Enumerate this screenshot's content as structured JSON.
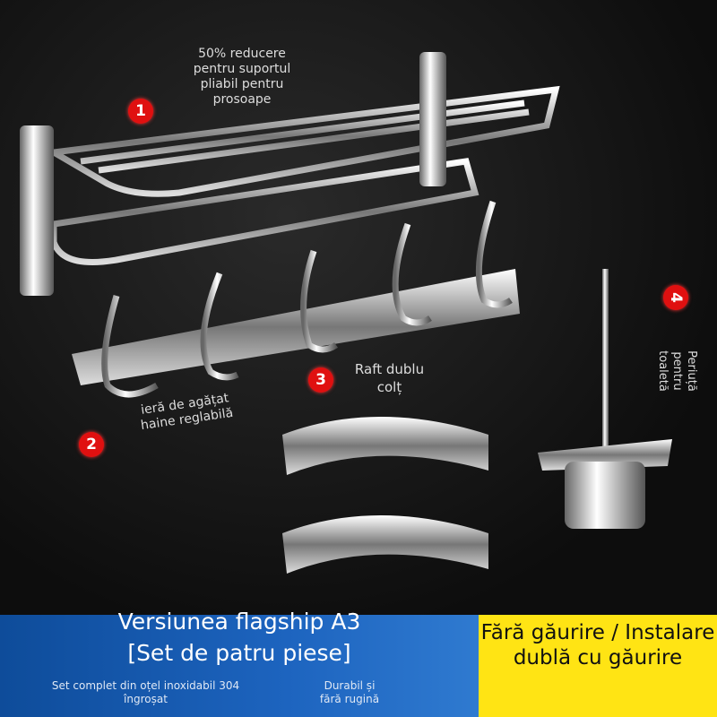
{
  "labels": {
    "item1": {
      "number": "1",
      "text": "50% reducere pentru suportul pliabil pentru prosoape"
    },
    "item2": {
      "number": "2",
      "text": "ieră de agățat haine reglabilă"
    },
    "item3": {
      "number": "3",
      "text": "Raft dublu colț"
    },
    "item4": {
      "number": "4",
      "text": "Periuță pentru toaletă"
    }
  },
  "banner": {
    "title_line1": "Versiunea flagship A3",
    "title_line2": "[Set de patru piese]",
    "feature1": "Set complet din oțel inoxidabil 304 îngroșat",
    "feature2": "Durabil și fără rugină",
    "yellow_text": "Fără găurire / Instalare dublă cu găurire"
  },
  "colors": {
    "badge": "#e01010",
    "blue": "#1d64bf",
    "yellow": "#ffe414"
  }
}
